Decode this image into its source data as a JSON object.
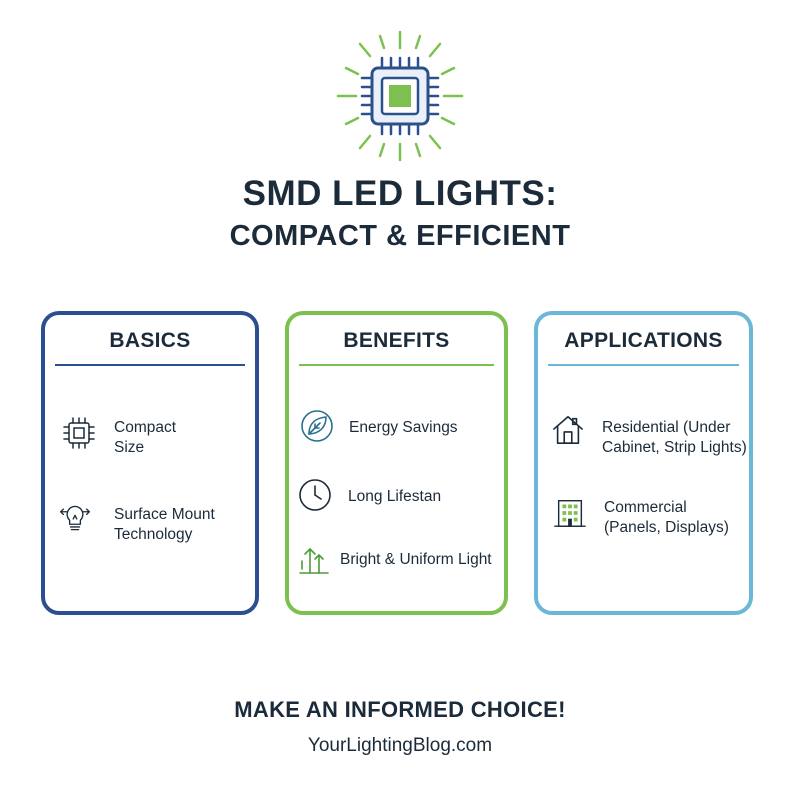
{
  "header": {
    "icon": "led-chip-icon",
    "title_line1": "SMD LED LIGHTS:",
    "title_line2": "COMPACT & EFFICIENT"
  },
  "colors": {
    "navy": "#2b4f8f",
    "green": "#7cc14f",
    "sky": "#6ab7d8",
    "text": "#1c2b3a"
  },
  "cards": [
    {
      "title": "BASICS",
      "items": [
        {
          "icon": "chip-icon",
          "text": "Compact\nSize"
        },
        {
          "icon": "bulb-arrows-icon",
          "text": "Surface Mount\nTechnology"
        }
      ]
    },
    {
      "title": "BENEFITS",
      "items": [
        {
          "icon": "leaf-icon",
          "text": "Energy Savings"
        },
        {
          "icon": "clock-icon",
          "text": "Long Lifestan"
        },
        {
          "icon": "up-arrows-icon",
          "text": "Bright & Uniform Light"
        }
      ]
    },
    {
      "title": "APPLICATIONS",
      "items": [
        {
          "icon": "house-icon",
          "text": "Residential (Under\nCabinet, Strip Lights)"
        },
        {
          "icon": "office-building-icon",
          "text": "Commercial\n(Panels, Displays)"
        }
      ]
    }
  ],
  "footer": {
    "cta": "MAKE AN INFORMED CHOICE!",
    "site": "YourLightingBlog.com"
  }
}
